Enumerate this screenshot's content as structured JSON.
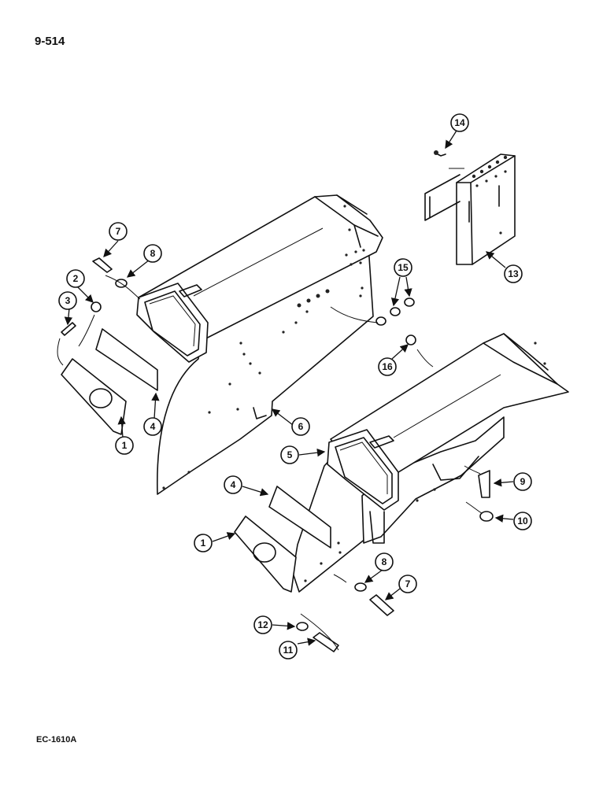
{
  "header": {
    "page_number": "9-514"
  },
  "footer": {
    "figure_code": "EC-1610A"
  },
  "callouts": {
    "c7a": "7",
    "c8a": "8",
    "c2": "2",
    "c3": "3",
    "c4a": "4",
    "c1a": "1",
    "c6": "6",
    "c15": "15",
    "c16": "16",
    "c14": "14",
    "c13": "13",
    "c5": "5",
    "c4b": "4",
    "c1b": "1",
    "c9": "9",
    "c10": "10",
    "c8b": "8",
    "c7b": "7",
    "c12": "12",
    "c11": "11"
  }
}
